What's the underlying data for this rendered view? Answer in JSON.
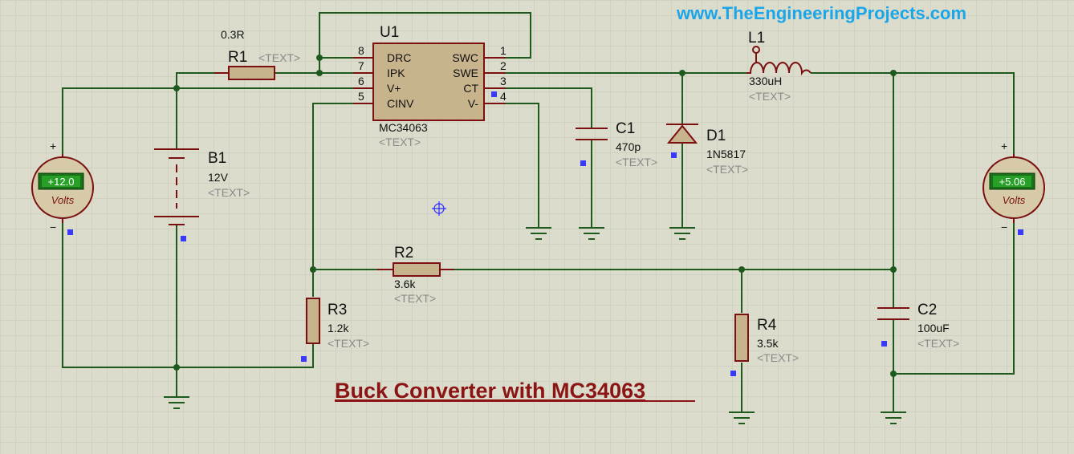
{
  "website": "www.TheEngineeringProjects.com",
  "title": "Buck Converter with MC34063",
  "placeholder": "<TEXT>",
  "ic": {
    "ref": "U1",
    "part": "MC34063",
    "pins_left": [
      {
        "num": "8",
        "name": "DRC"
      },
      {
        "num": "7",
        "name": "IPK"
      },
      {
        "num": "6",
        "name": "V+"
      },
      {
        "num": "5",
        "name": "CINV"
      }
    ],
    "pins_right": [
      {
        "num": "1",
        "name": "SWC"
      },
      {
        "num": "2",
        "name": "SWE"
      },
      {
        "num": "3",
        "name": "CT"
      },
      {
        "num": "4",
        "name": "V-"
      }
    ]
  },
  "components": {
    "R1": {
      "ref": "R1",
      "value": "0.3R"
    },
    "R2": {
      "ref": "R2",
      "value": "3.6k"
    },
    "R3": {
      "ref": "R3",
      "value": "1.2k"
    },
    "R4": {
      "ref": "R4",
      "value": "3.5k"
    },
    "C1": {
      "ref": "C1",
      "value": "470p"
    },
    "C2": {
      "ref": "C2",
      "value": "100uF"
    },
    "L1": {
      "ref": "L1",
      "value": "330uH"
    },
    "D1": {
      "ref": "D1",
      "value": "1N5817"
    },
    "B1": {
      "ref": "B1",
      "value": "12V"
    }
  },
  "voltmeters": {
    "input": {
      "reading": "+12.0",
      "unit": "Volts",
      "plus": "+",
      "minus": "−"
    },
    "output": {
      "reading": "+5.06",
      "unit": "Volts",
      "plus": "+",
      "minus": "−"
    }
  }
}
